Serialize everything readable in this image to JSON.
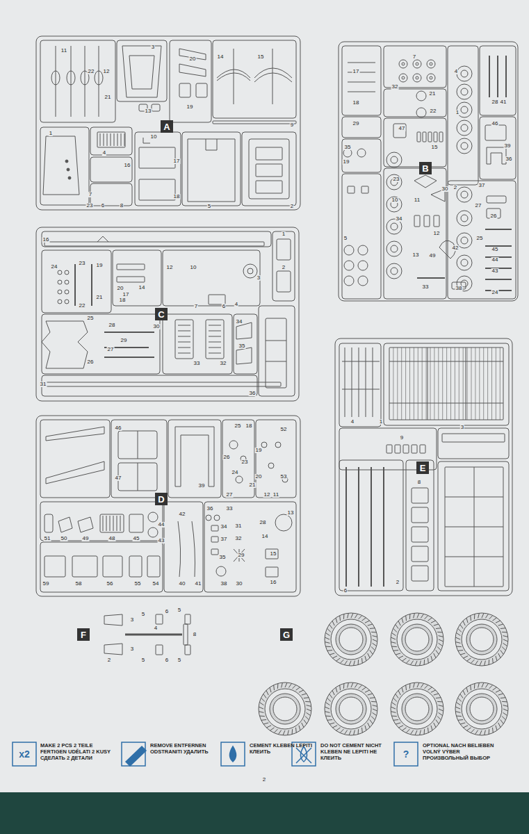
{
  "diagram": {
    "nodes": [
      {
        "text": [
          "A"
        ]
      },
      {
        "text": [
          "B"
        ]
      },
      {
        "text": [
          "C"
        ]
      },
      {
        "text": [
          "D"
        ]
      },
      {
        "text": [
          "E"
        ]
      },
      {
        "text": [
          "F"
        ]
      },
      {
        "text": [
          "G"
        ]
      }
    ],
    "edges": [],
    "labels": [
      "11",
      "22",
      "12",
      "21",
      "3",
      "20",
      "19",
      "13",
      "14",
      "15",
      "9",
      "1",
      "4",
      "16",
      "10",
      "17",
      "18",
      "5",
      "2",
      "7",
      "23",
      "6",
      "8",
      "17",
      "18",
      "29",
      "35",
      "19",
      "7",
      "32",
      "21",
      "22",
      "47",
      "15",
      "23",
      "10",
      "11",
      "34",
      "30",
      "12",
      "13",
      "49",
      "42",
      "5",
      "33",
      "38",
      "4",
      "1",
      "46",
      "39",
      "36",
      "28",
      "41",
      "2",
      "37",
      "27",
      "26",
      "25",
      "45",
      "44",
      "43",
      "24",
      "16",
      "1",
      "2",
      "24",
      "23",
      "19",
      "20",
      "17",
      "14",
      "22",
      "21",
      "18",
      "12",
      "10",
      "3",
      "4",
      "7",
      "6",
      "25",
      "28",
      "30",
      "29",
      "27",
      "26",
      "34",
      "35",
      "33",
      "32",
      "36",
      "31",
      "52",
      "53",
      "46",
      "47",
      "39",
      "25",
      "18",
      "26",
      "23",
      "24",
      "21",
      "20",
      "19",
      "27",
      "12",
      "11",
      "42",
      "36",
      "33",
      "13",
      "51",
      "50",
      "49",
      "48",
      "45",
      "44",
      "43",
      "40",
      "41",
      "34",
      "37",
      "35",
      "29",
      "31",
      "32",
      "28",
      "14",
      "15",
      "16",
      "38",
      "30",
      "59",
      "58",
      "56",
      "55",
      "54",
      "4",
      "1",
      "9",
      "3",
      "8",
      "2",
      "6",
      "3",
      "5",
      "6",
      "5",
      "4",
      "8",
      "2",
      "3",
      "5",
      "6",
      "5",
      "x2",
      "?",
      "2"
    ],
    "legend": [
      {
        "text": "MAKE 2 PCS 2 TEILE FERTIGEN UDĚLATI 2 KUSY СДЕЛАТЬ 2 ДЕТАЛИ"
      },
      {
        "text": "REMOVE ENTFERNEN ODSTRANITI УДАЛИТЬ"
      },
      {
        "text": "CEMENT KLEBEN LEPITI КЛЕИТЬ"
      },
      {
        "text": "DO NOT CEMENT NICHT KLEBEN NE LEPITI НЕ КЛЕИТЬ"
      },
      {
        "text": "OPTIONAL NACH BELIEBEN VOLNÝ VÝBER ПРОИЗВОЛЬНЫЙ ВЫБОР"
      }
    ]
  }
}
